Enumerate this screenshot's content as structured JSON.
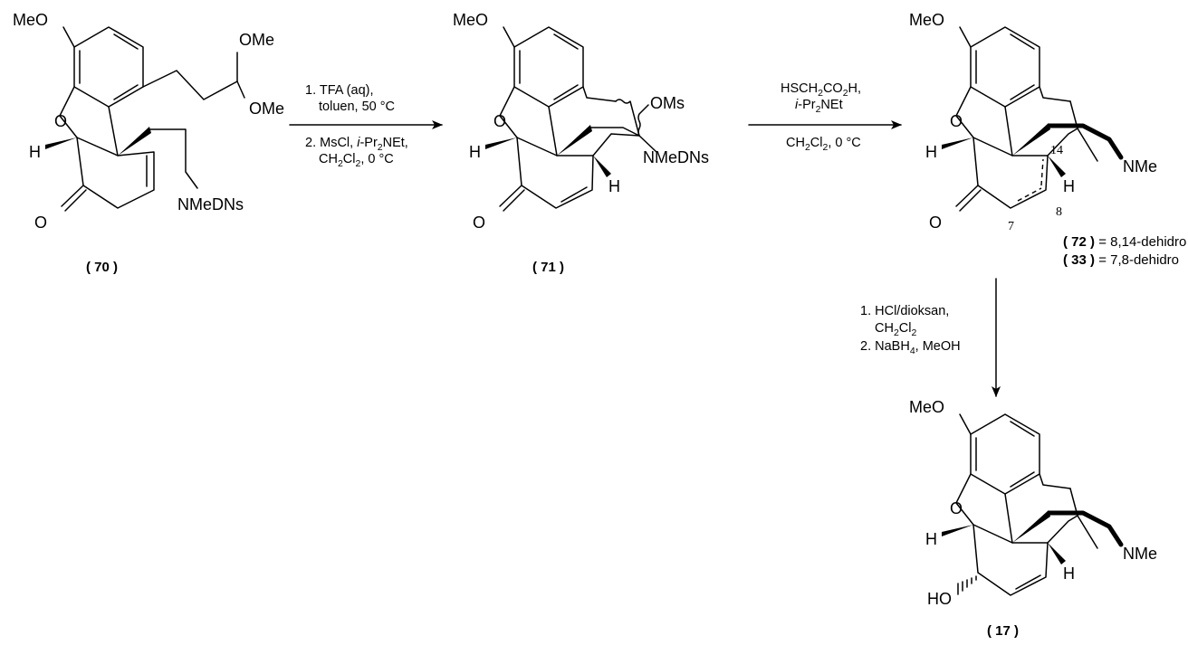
{
  "compounds": [
    {
      "id": "70",
      "label": "( 70 )",
      "groups": {
        "ome_aromatic": "MeO",
        "ome_1": "OMe",
        "ome_2": "OMe",
        "ring_o": "O",
        "h": "H",
        "ketone_o": "O",
        "amine": "NMeDNs"
      }
    },
    {
      "id": "71",
      "label": "( 71 )",
      "groups": {
        "ome_aromatic": "MeO",
        "oms": "OMs",
        "ring_o": "O",
        "h_left": "H",
        "h_right": "H",
        "ketone_o": "O",
        "amine": "NMeDNs"
      }
    },
    {
      "id": "72",
      "label": "( 72 )",
      "note": "= 8,14-dehidro",
      "groups": {
        "ome_aromatic": "MeO",
        "ring_o": "O",
        "h_left": "H",
        "h_right": "H",
        "ketone_o": "O",
        "amine": "NMe",
        "pos_14": "14",
        "pos_8": "8",
        "pos_7": "7"
      }
    },
    {
      "id": "33",
      "label": "( 33 )",
      "note": "= 7,8-dehidro"
    },
    {
      "id": "17",
      "label": "( 17 )",
      "groups": {
        "ome_aromatic": "MeO",
        "ring_o": "O",
        "h_left": "H",
        "h_right": "H",
        "hydroxyl": "HO",
        "amine": "NMe"
      }
    }
  ],
  "reactions": [
    {
      "from": "70",
      "to": "71",
      "steps": [
        {
          "n": "1.",
          "lines": [
            "TFA (aq),",
            "toluen, 50 °C"
          ]
        },
        {
          "n": "2.",
          "lines": [
            "MsCl, i-Pr2NEt,",
            "CH2Cl2, 0 °C"
          ]
        }
      ]
    },
    {
      "from": "71",
      "to": "72",
      "lines": [
        "HSCH2CO2H,",
        "i-Pr2NEt",
        "CH2Cl2, 0 °C"
      ]
    },
    {
      "from": "72",
      "to": "17",
      "steps": [
        {
          "n": "1.",
          "lines": [
            "HCl/dioksan,",
            "CH2Cl2"
          ]
        },
        {
          "n": "2.",
          "lines": [
            "NaBH4, MeOH"
          ]
        }
      ]
    }
  ],
  "text": {
    "r1_s1_a": "1. TFA (aq),",
    "r1_s1_b": "toluen, 50 °C",
    "r1_s2_a_pre": "2. MsCl, ",
    "r1_s2_a_i": "i",
    "r1_s2_a_post": "-Pr",
    "r1_s2_a_sub": "2",
    "r1_s2_a_end": "NEt,",
    "r1_s2_b_pre": "CH",
    "r1_s2_b_sub1": "2",
    "r1_s2_b_mid": "Cl",
    "r1_s2_b_sub2": "2",
    "r1_s2_b_end": ", 0 °C",
    "r2_a_pre": "HSCH",
    "r2_a_sub1": "2",
    "r2_a_mid": "CO",
    "r2_a_sub2": "2",
    "r2_a_end": "H,",
    "r2_b_i": "i",
    "r2_b_post": "-Pr",
    "r2_b_sub": "2",
    "r2_b_end": "NEt",
    "r2_c_pre": "CH",
    "r2_c_sub1": "2",
    "r2_c_mid": "Cl",
    "r2_c_sub2": "2",
    "r2_c_end": ", 0 °C",
    "r3_s1_a": "1. HCl/dioksan,",
    "r3_s1_b_pre": "CH",
    "r3_s1_b_sub1": "2",
    "r3_s1_b_mid": "Cl",
    "r3_s1_b_sub2": "2",
    "r3_s2_pre": "2. NaBH",
    "r3_s2_sub": "4",
    "r3_s2_end": ", MeOH"
  }
}
